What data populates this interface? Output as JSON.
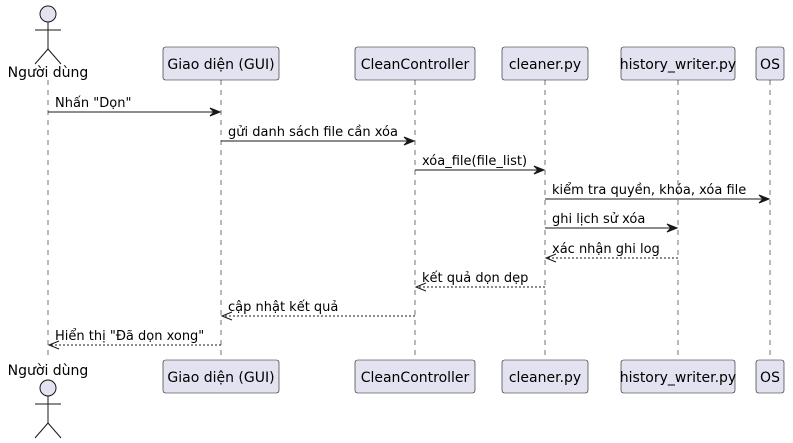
{
  "diagram": {
    "type": "sequence",
    "colors": {
      "participant_fill": "#e2e2f0",
      "line": "#181818",
      "text": "#000000",
      "background": "#ffffff"
    },
    "participants": [
      {
        "id": "user",
        "label": "Người dùng",
        "kind": "actor"
      },
      {
        "id": "gui",
        "label": "Giao diện (GUI)",
        "kind": "box"
      },
      {
        "id": "controller",
        "label": "CleanController",
        "kind": "box"
      },
      {
        "id": "cleaner",
        "label": "cleaner.py",
        "kind": "box"
      },
      {
        "id": "history",
        "label": "history_writer.py",
        "kind": "box"
      },
      {
        "id": "os",
        "label": "OS",
        "kind": "box"
      }
    ],
    "messages": [
      {
        "from": "user",
        "to": "gui",
        "label": "Nhấn \"Dọn\"",
        "style": "solid"
      },
      {
        "from": "gui",
        "to": "controller",
        "label": "gửi danh sách file cần xóa",
        "style": "solid"
      },
      {
        "from": "controller",
        "to": "cleaner",
        "label": "xóa_file(file_list)",
        "style": "solid"
      },
      {
        "from": "cleaner",
        "to": "os",
        "label": "kiểm tra quyền, khóa, xóa file",
        "style": "solid"
      },
      {
        "from": "cleaner",
        "to": "history",
        "label": "ghi lịch sử xóa",
        "style": "solid"
      },
      {
        "from": "history",
        "to": "cleaner",
        "label": "xác nhận ghi log",
        "style": "dashed"
      },
      {
        "from": "cleaner",
        "to": "controller",
        "label": "kết quả dọn dẹp",
        "style": "dashed"
      },
      {
        "from": "controller",
        "to": "gui",
        "label": "cập nhật kết quả",
        "style": "dashed"
      },
      {
        "from": "gui",
        "to": "user",
        "label": "Hiển thị \"Đã dọn xong\"",
        "style": "dashed"
      }
    ]
  }
}
